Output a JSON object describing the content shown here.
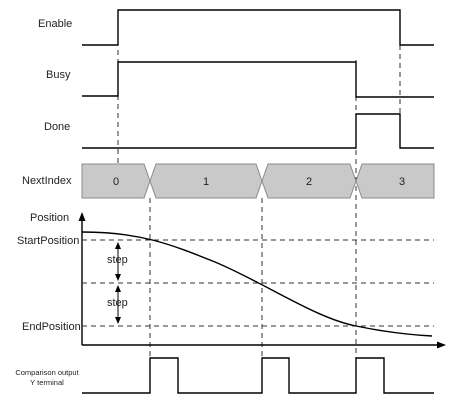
{
  "signals": {
    "enable": "Enable",
    "busy": "Busy",
    "done": "Done",
    "next_index": "NextIndex",
    "position": "Position",
    "start_position": "StartPosition",
    "end_position": "EndPosition",
    "comparison_output_line1": "Comparison output",
    "comparison_output_line2": "Y terminal"
  },
  "next_index_values": [
    "0",
    "1",
    "2",
    "3"
  ],
  "step_label": "step",
  "colors": {
    "line": "#000000",
    "segment_fill": "#c9c9c9",
    "segment_border": "#8a8a8a"
  }
}
